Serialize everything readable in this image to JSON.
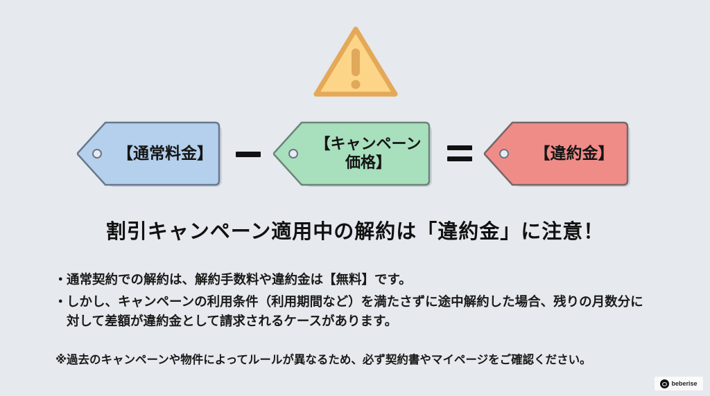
{
  "diagram": {
    "warning_icon": "warning-triangle-icon",
    "equation": {
      "term1": {
        "label": "【通常料金】",
        "color": "#b5d0ec",
        "border": "#6b7f96"
      },
      "operator1": "−",
      "term2": {
        "label_line1": "【キャンペーン",
        "label_line2": "価格】",
        "color": "#a8dfbd",
        "border": "#6b8a78"
      },
      "operator2": "=",
      "result": {
        "label": "【違約金】",
        "color": "#f08c88",
        "border": "#7a6a6a"
      }
    }
  },
  "headline": "割引キャンペーン適用中の解約は「違約金」に注意！",
  "bullets": [
    {
      "marker": "・",
      "text": "通常契約での解約は、解約手数料や違約金は【無料】です。"
    },
    {
      "marker": "・",
      "text": "しかし、キャンペーンの利用条件（利用期間など）を満たさずに途中解約した場合、残りの月数分に対して差額が違約金として請求されるケースがあります。"
    }
  ],
  "note": "※過去のキャンペーンや物件によってルールが異なるため、必ず契約書やマイページをご確認ください。",
  "logo": {
    "text": "beberise"
  },
  "colors": {
    "background": "#e6e9ed",
    "warning_fill": "#fcd589",
    "warning_stroke": "#e6a95a"
  }
}
